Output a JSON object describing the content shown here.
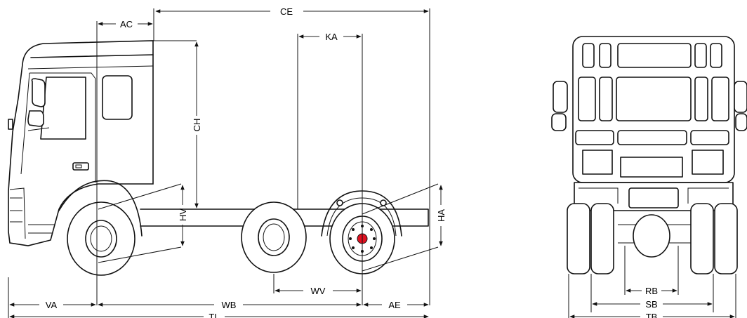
{
  "dimensions": {
    "CE": "CE",
    "AC": "AC",
    "KA": "KA",
    "CH": "CH",
    "HV": "HV",
    "HA": "HA",
    "WV": "WV",
    "VA": "VA",
    "WB": "WB",
    "AE": "AE",
    "TL": "TL",
    "RB": "RB",
    "SB": "SB",
    "TB": "TB"
  },
  "colors": {
    "line": "#111111",
    "hub_highlight": "#e01020",
    "background": "#ffffff"
  }
}
